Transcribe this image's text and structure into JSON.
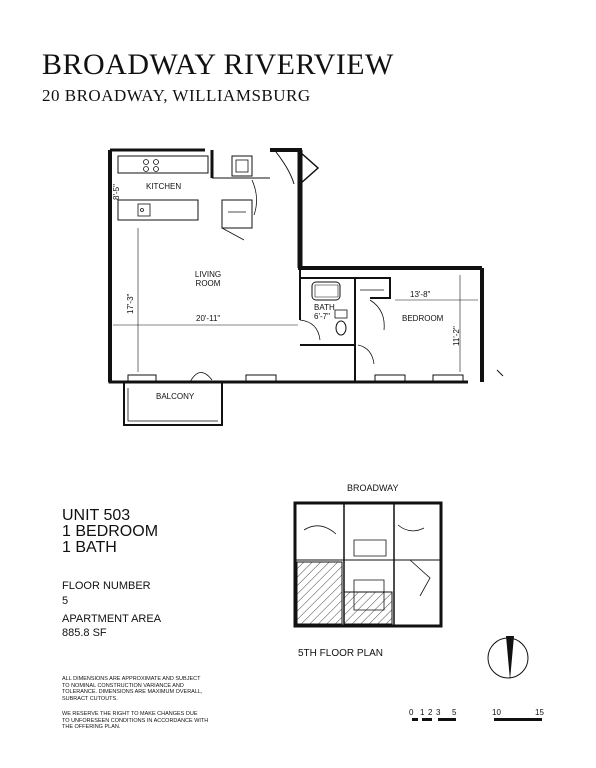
{
  "header": {
    "title": "BROADWAY RIVERVIEW",
    "subtitle": "20 BROADWAY, WILLIAMSBURG"
  },
  "plan_labels": {
    "kitchen": "KITCHEN",
    "kitchen_dim": "8'-5\"",
    "living_line1": "LIVING",
    "living_line2": "ROOM",
    "living_width": "20'-11\"",
    "living_depth": "17'-3\"",
    "bath": "BATH",
    "bath_dim": "6'-7\"",
    "bedroom": "BEDROOM",
    "bedroom_width": "13'-8\"",
    "bedroom_depth": "11'-2\"",
    "balcony": "BALCONY"
  },
  "unit": {
    "number": "UNIT 503",
    "bedrooms": "1 BEDROOM",
    "baths": "1 BATH",
    "floor_label": "FLOOR NUMBER",
    "floor_value": "5",
    "area_label": "APARTMENT AREA",
    "area_value": "885.8 SF"
  },
  "fine_print": {
    "line1": "ALL DIMENSIONS ARE APPROXIMATE AND SUBJECT",
    "line2": "TO NOMINAL CONSTRUCTION VARIANCE AND",
    "line3": "TOLERANCE. DIMENSIONS ARE MAXIMUM OVERALL,",
    "line4": "SUBRACT CUTOUTS.",
    "line5": "WE RESERVE THE RIGHT TO MAKE CHANGES DUE",
    "line6": "TO UNFORESEEN CONDITIONS IN ACCORDANCE WITH",
    "line7": "THE OFFERING PLAN."
  },
  "key_plan": {
    "street": "BROADWAY",
    "caption": "5TH FLOOR PLAN"
  },
  "scale": {
    "t0": "0",
    "t1": "1",
    "t2": "2",
    "t3": "3",
    "t5": "5",
    "t10": "10",
    "t15": "15"
  }
}
